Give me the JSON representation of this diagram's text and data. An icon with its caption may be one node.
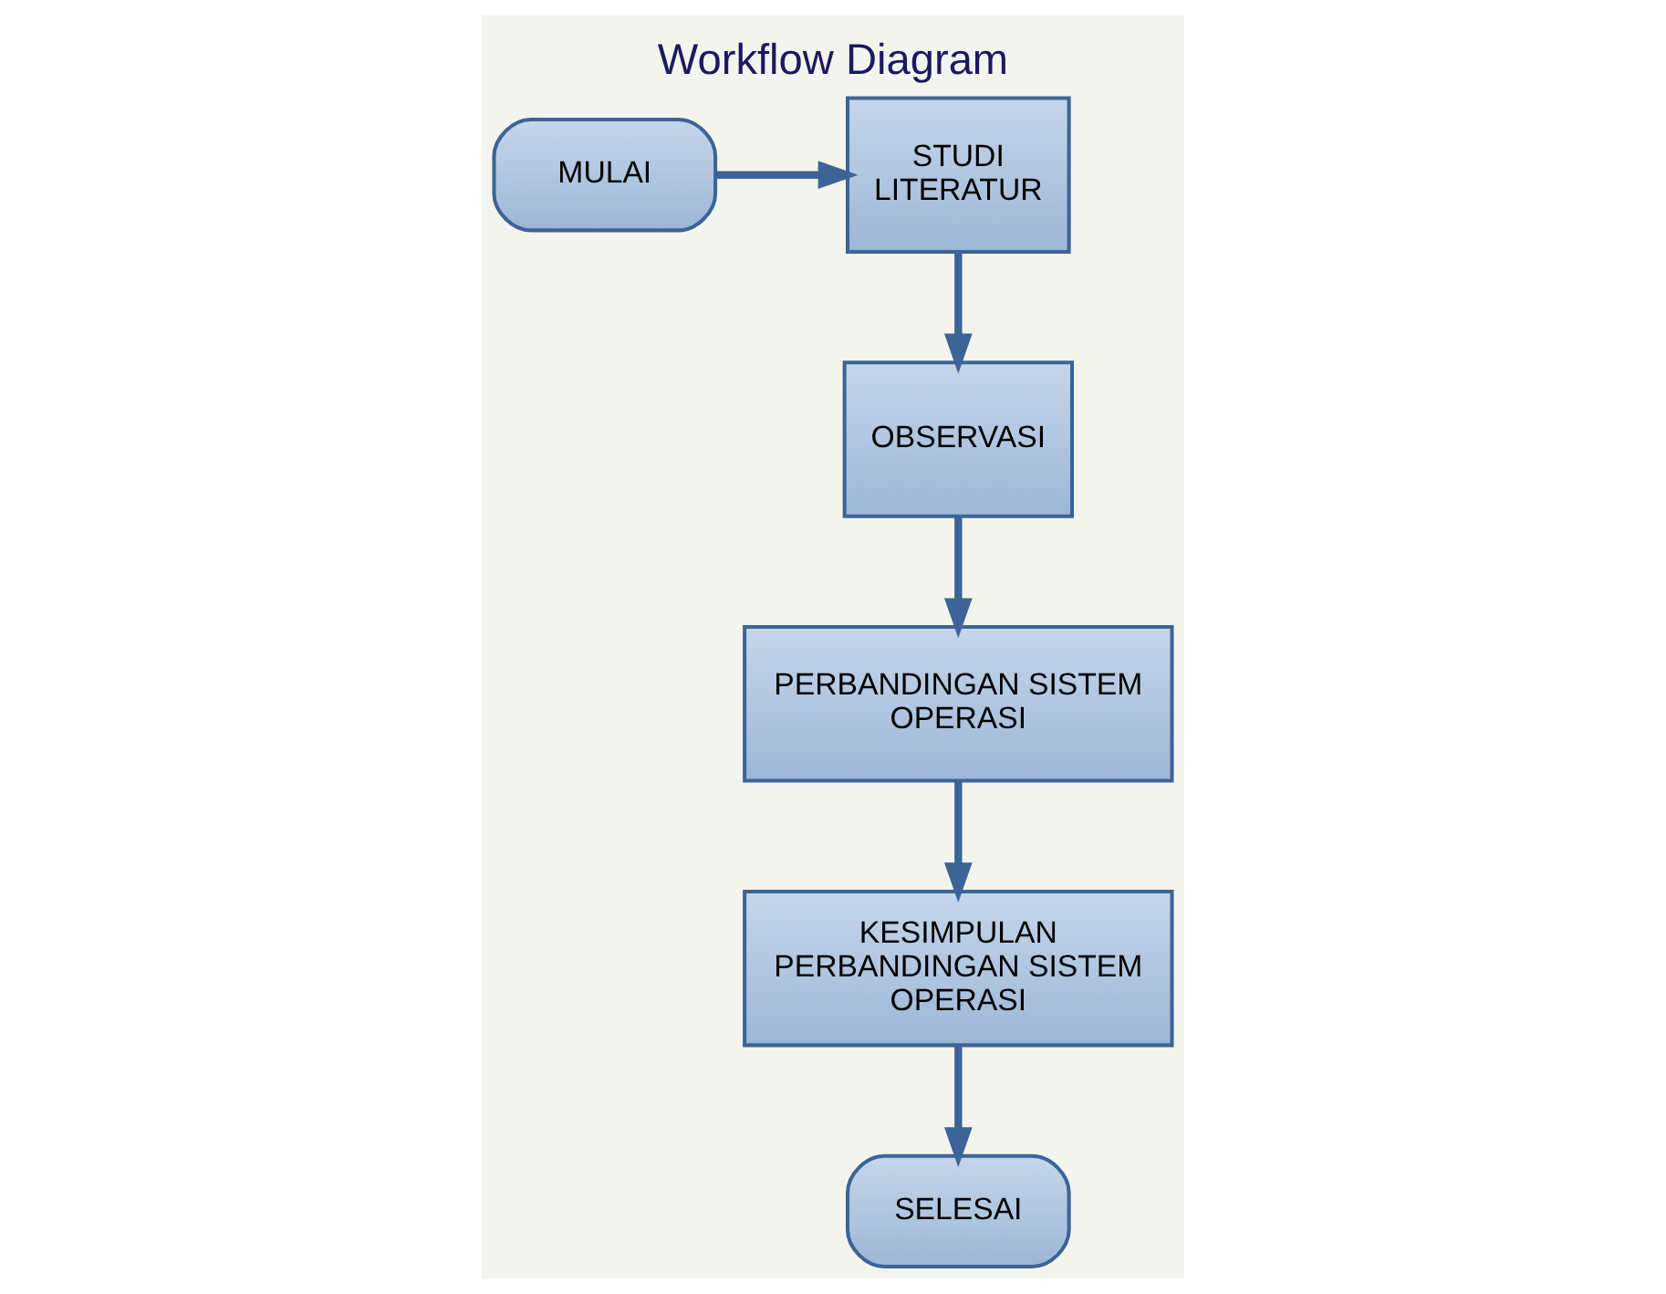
{
  "diagram": {
    "title": "Workflow Diagram",
    "nodes": [
      {
        "text": [
          "MULAI"
        ]
      },
      {
        "text": [
          "STUDI LITERATUR"
        ]
      },
      {
        "text": [
          "OBSERVASI"
        ]
      },
      {
        "text": [
          "PERBANDINGAN SISTEM OPERASI"
        ]
      },
      {
        "text": [
          "KESIMPULAN PERBANDINGAN SISTEM OPERASI"
        ]
      },
      {
        "text": [
          "SELESAI"
        ]
      }
    ],
    "edges": [
      {
        "from": 0,
        "to": 1,
        "arrow": "to"
      },
      {
        "from": 1,
        "to": 2,
        "arrow": "to"
      },
      {
        "from": 2,
        "to": 3,
        "arrow": "to"
      },
      {
        "from": 3,
        "to": 4,
        "arrow": "to"
      },
      {
        "from": 4,
        "to": 5,
        "arrow": "to"
      }
    ]
  }
}
